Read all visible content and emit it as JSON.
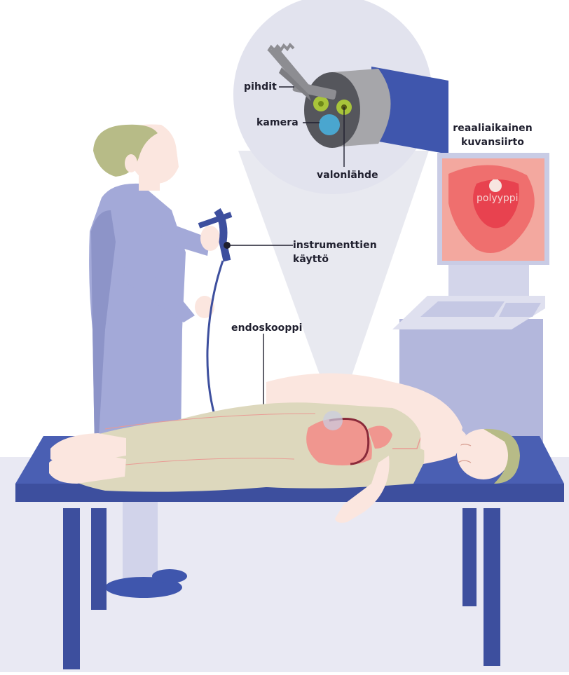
{
  "labels": {
    "pihdit": "pihdit",
    "kamera": "kamera",
    "valonlahde": "valonlähde",
    "realtime": [
      "reaaliaikainen",
      "kuvansiirto"
    ],
    "instrument": [
      "instrumenttien",
      "käyttö"
    ],
    "endoskooppi": "endoskooppi",
    "polyyppi": "polyyppi"
  },
  "colors": {
    "floor": "#e9e9f3",
    "table": "#4a5fb3",
    "table_dark": "#3d4f9e",
    "gown": "#a3a9d8",
    "gown_dark": "#8d94c8",
    "skin": "#fbe6df",
    "hair": "#b7bb87",
    "sheet": "#ddd8bd",
    "scope": "#3d4f9e",
    "monitor_bg": "#f3a89f",
    "monitor_mid": "#ef6f6e",
    "monitor_hot": "#e8424f",
    "lens_green": "#a8c43a",
    "lens_blue": "#4aa6cf"
  }
}
